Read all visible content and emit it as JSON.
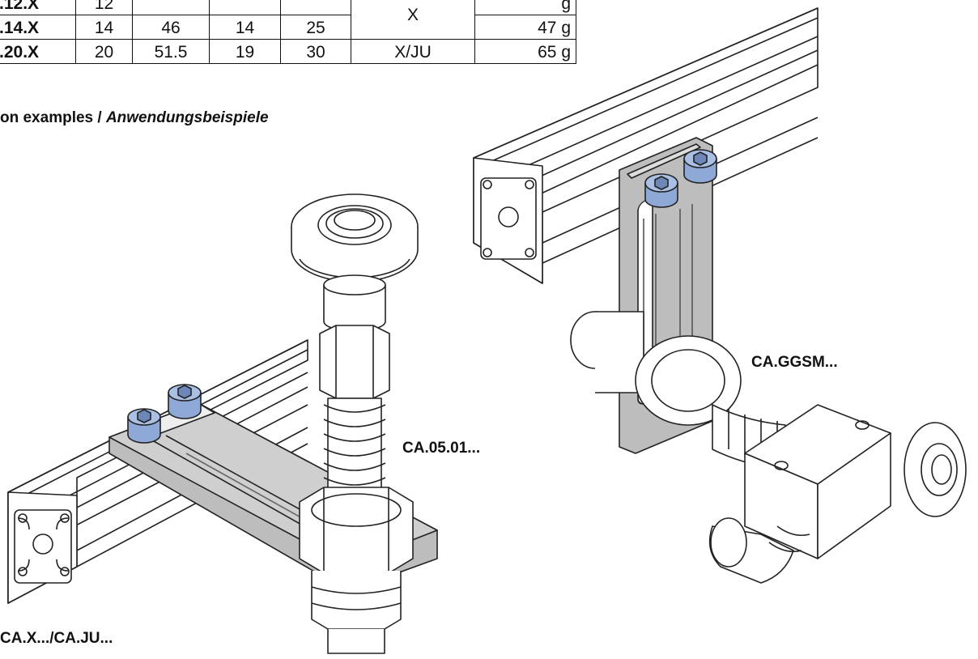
{
  "spec_table": {
    "rows": [
      {
        "code": ".12.X",
        "c1": "12",
        "c2": "",
        "c3": "",
        "c4": "",
        "c6": "g"
      },
      {
        "code": ".14.X",
        "c1": "14",
        "c2": "46",
        "c3": "14",
        "c4": "25",
        "c6": "47 g"
      },
      {
        "code": ".20.X",
        "c1": "20",
        "c2": "51.5",
        "c3": "19",
        "c4": "30",
        "c5": "X/JU",
        "c6": "65 g"
      }
    ],
    "merged_material": "X"
  },
  "heading": {
    "prefix": "on examples / ",
    "german": "Anwendungsbeispiele"
  },
  "labels": {
    "left_bottom": "CA.X.../CA.JU...",
    "center": "CA.05.01...",
    "right": "CA.GGSM..."
  },
  "colors": {
    "bolt": "#8fa9d6",
    "plate": "#bdbdbd",
    "line": "#222222"
  }
}
